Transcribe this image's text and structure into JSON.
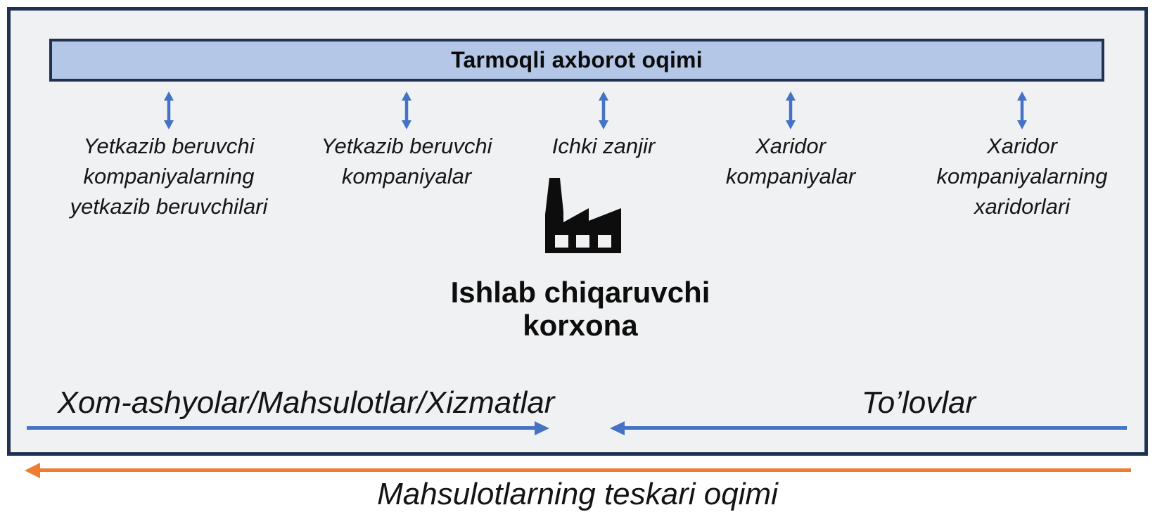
{
  "banner": {
    "label": "Tarmoqli axborot oqimi"
  },
  "supply_chain_levels": [
    {
      "label": "Yetkazib beruvchi kompaniyalarning yetkazib beruvchilari"
    },
    {
      "label": "Yetkazib beruvchi kompaniyalar"
    },
    {
      "label": "Ichki zanjir"
    },
    {
      "label": "Xaridor kompaniyalar"
    },
    {
      "label": "Xaridor kompaniyalarning xaridorlari"
    }
  ],
  "producer": {
    "label": "Ishlab chiqaruvchi korxona",
    "icon": "factory-icon"
  },
  "flows": {
    "forward": {
      "label": "Xom-ashyolar/Mahsulotlar/Xizmatlar",
      "direction": "right",
      "color": "#4472C4"
    },
    "payments": {
      "label": "To’lovlar",
      "direction": "left",
      "color": "#4472C4"
    },
    "reverse": {
      "label": "Mahsulotlarning teskari oqimi",
      "direction": "left",
      "color": "#ED7D31"
    }
  },
  "colors": {
    "border_navy": "#1F3252",
    "banner_fill": "#B4C7E7",
    "arrow_blue": "#4472C4",
    "arrow_orange": "#ED7D31",
    "canvas_bg": "#F0F1F2"
  }
}
